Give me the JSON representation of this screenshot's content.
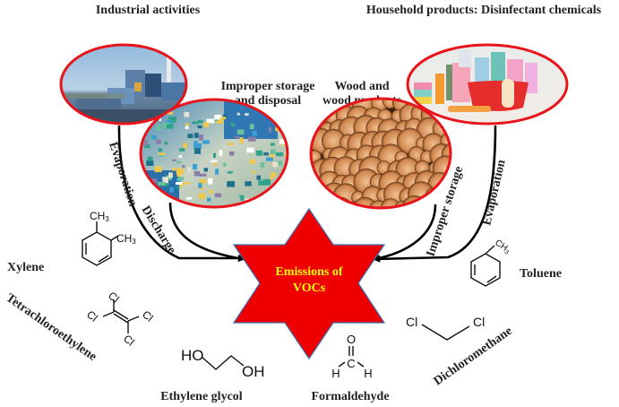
{
  "title_labels": {
    "industrial": "Industrial activities",
    "household": "Household products: Disinfectant chemicals",
    "improper_storage_line1": "Improper storage",
    "improper_storage_line2": "and disposal",
    "wood_line1": "Wood and",
    "wood_line2": "wood products"
  },
  "arrow_labels": {
    "left_evaporation": "Evaporation",
    "discharge": "Discharge",
    "improper_storage": "Improper storage",
    "right_evaporation": "Evaporation"
  },
  "center": {
    "line1": "Emissions of",
    "line2": "VOCs",
    "fill_color": "#ee0000",
    "text_color": "#ffff00",
    "outline_color": "#3a6fb0"
  },
  "ellipse_border_color": "#e8141b",
  "compounds": {
    "xylene": {
      "name": "Xylene",
      "sub1": "CH",
      "sub1_idx": "3",
      "sub2": "CH",
      "sub2_idx": "3"
    },
    "tetrachloroethylene": {
      "name": "Tetrachloroethylene",
      "atom": "Cl"
    },
    "ethylene_glycol": {
      "name": "Ethylene glycol",
      "left": "HO",
      "right": "OH"
    },
    "formaldehyde": {
      "name": "Formaldehyde",
      "o": "O",
      "c": "C",
      "h": "H"
    },
    "dichloromethane": {
      "name": "Dichloromethane",
      "atom": "Cl"
    },
    "toluene": {
      "name": "Toluene",
      "sub": "CH",
      "sub_idx": "3"
    }
  }
}
